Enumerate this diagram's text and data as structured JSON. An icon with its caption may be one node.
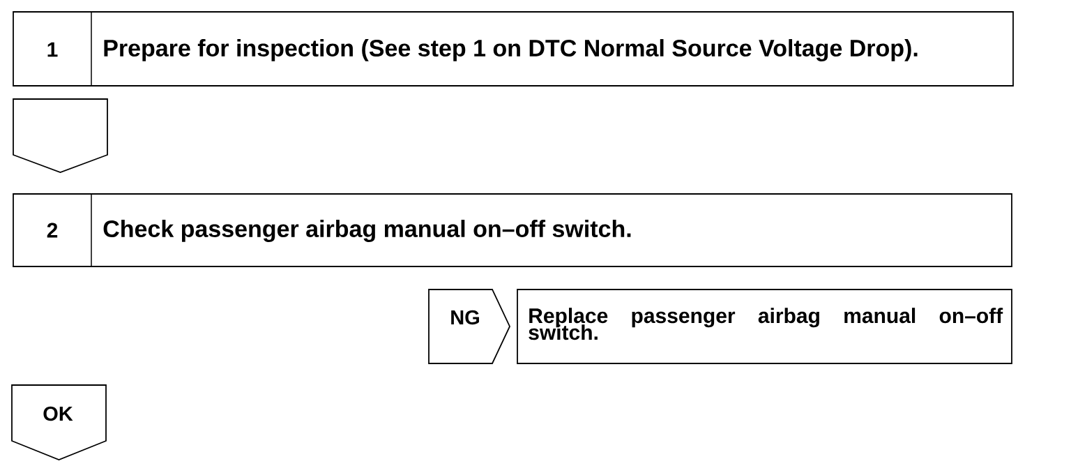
{
  "diagram": {
    "nodes": [
      {
        "text": [
          "1",
          "Prepare for inspection (See step 1 on DTC Normal Source Voltage Drop)."
        ]
      },
      {
        "text": [],
        "shape": "pentagon"
      },
      {
        "text": [
          "2",
          "Check passenger airbag manual on–off switch."
        ]
      },
      {
        "text": [
          "NG"
        ]
      },
      {
        "text": [
          "Replace passenger airbag manual on–off switch."
        ]
      },
      {
        "text": [
          "OK"
        ]
      }
    ]
  }
}
